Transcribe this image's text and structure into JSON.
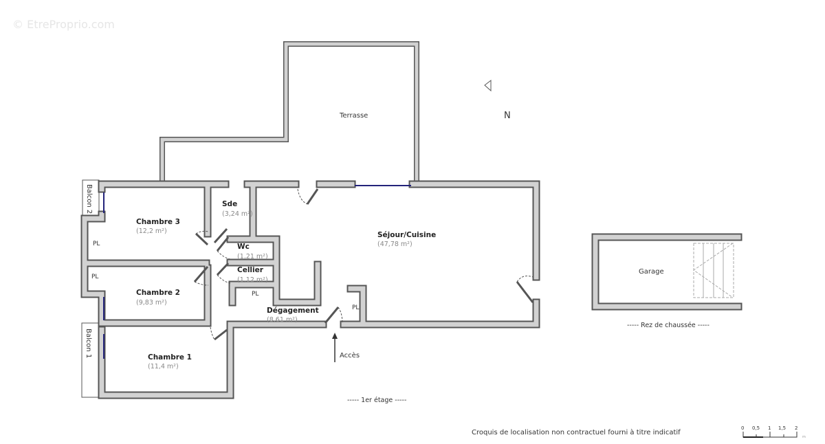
{
  "watermark": "© EtreProprio.com",
  "north_label": "N",
  "rooms": [
    {
      "name": "Terrasse",
      "area": ""
    },
    {
      "name": "Séjour/Cuisine",
      "area": "(47,78 m²)"
    },
    {
      "name": "Chambre 3",
      "area": "(12,2 m²)"
    },
    {
      "name": "Chambre 2",
      "area": "(9,83 m²)"
    },
    {
      "name": "Chambre 1",
      "area": "(11,4 m²)"
    },
    {
      "name": "Sde",
      "area": "(3,24 m²)"
    },
    {
      "name": "Wc",
      "area": "(1,21 m²)"
    },
    {
      "name": "Cellier",
      "area": "(1,12 m²)"
    },
    {
      "name": "Dégagement",
      "area": "(8,61 m²)"
    },
    {
      "name": "Garage",
      "area": ""
    }
  ],
  "balconies": [
    "Balcon 2",
    "Balcon 1"
  ],
  "pl_label": "PL",
  "access_label": "Accès",
  "floor_labels": {
    "first": "-----   1er étage   -----",
    "ground": "-----   Rez de chaussée   -----"
  },
  "disclaimer": "Croquis de localisation non contractuel fourni à titre indicatif",
  "scale": {
    "ticks": [
      "0",
      "0,5",
      "1",
      "1,5",
      "2"
    ],
    "unit": "m"
  },
  "colors": {
    "wall": "#d2d2d2",
    "wall_outline": "#555555",
    "window": "#22227a"
  }
}
